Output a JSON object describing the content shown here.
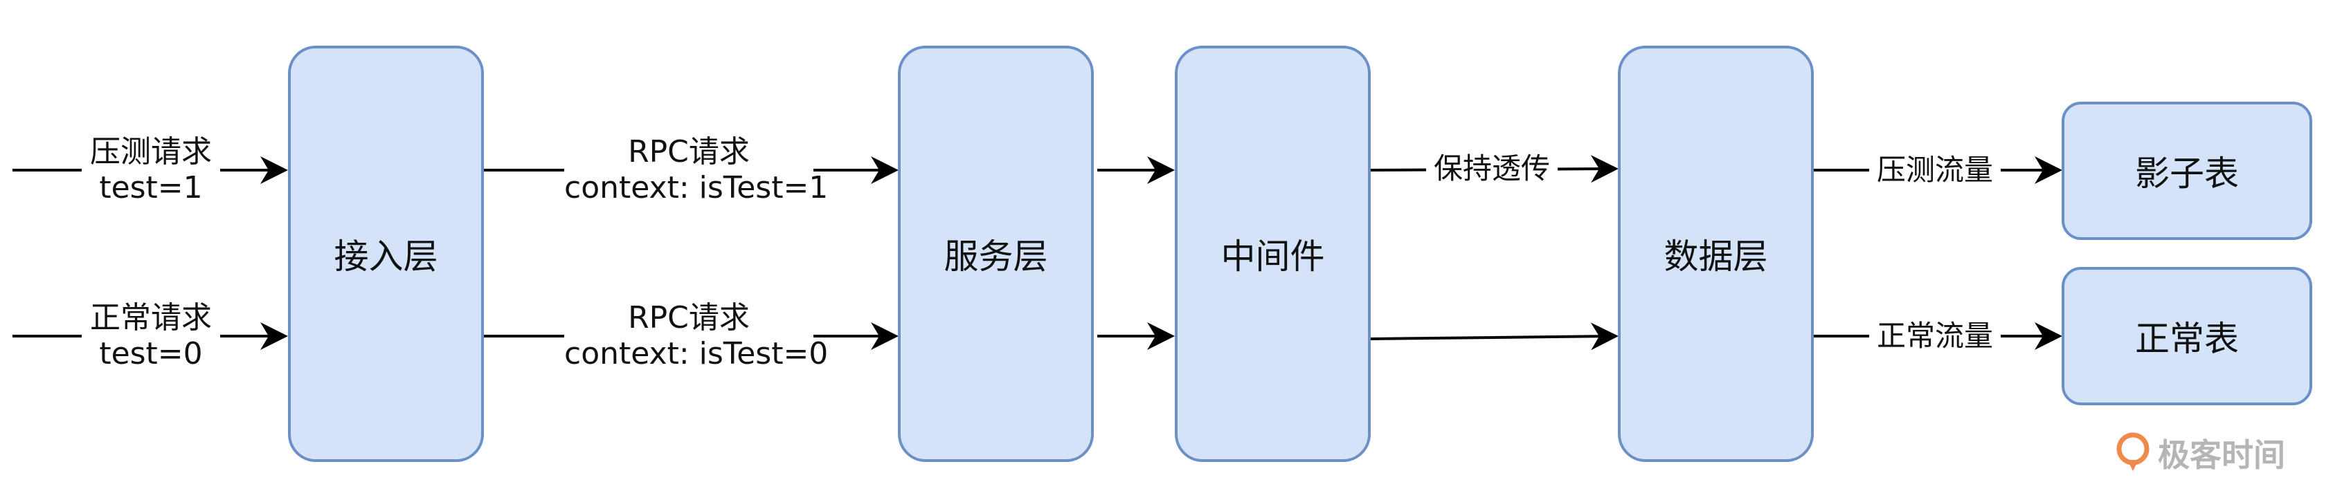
{
  "boxes": {
    "access_layer": "接入层",
    "service_layer": "服务层",
    "middleware": "中间件",
    "data_layer": "数据层",
    "shadow_table": "影子表",
    "normal_table": "正常表"
  },
  "labels": {
    "stress_request": "压测请求",
    "stress_flag": "test=1",
    "normal_request": "正常请求",
    "normal_flag": "test=0",
    "rpc_top": "RPC请求",
    "rpc_top_context": "context: isTest=1",
    "rpc_bottom": "RPC请求",
    "rpc_bottom_context": "context: isTest=0",
    "keep_passthrough": "保持透传",
    "stress_traffic": "压测流量",
    "normal_traffic": "正常流量"
  },
  "watermark": {
    "text": "极客时间"
  },
  "colors": {
    "box_fill": "#d4e3f7",
    "box_border": "#6b8fc7",
    "arrow": "#000000",
    "watermark": "#b5b5b5",
    "watermark_icon": "#f08a4b"
  }
}
